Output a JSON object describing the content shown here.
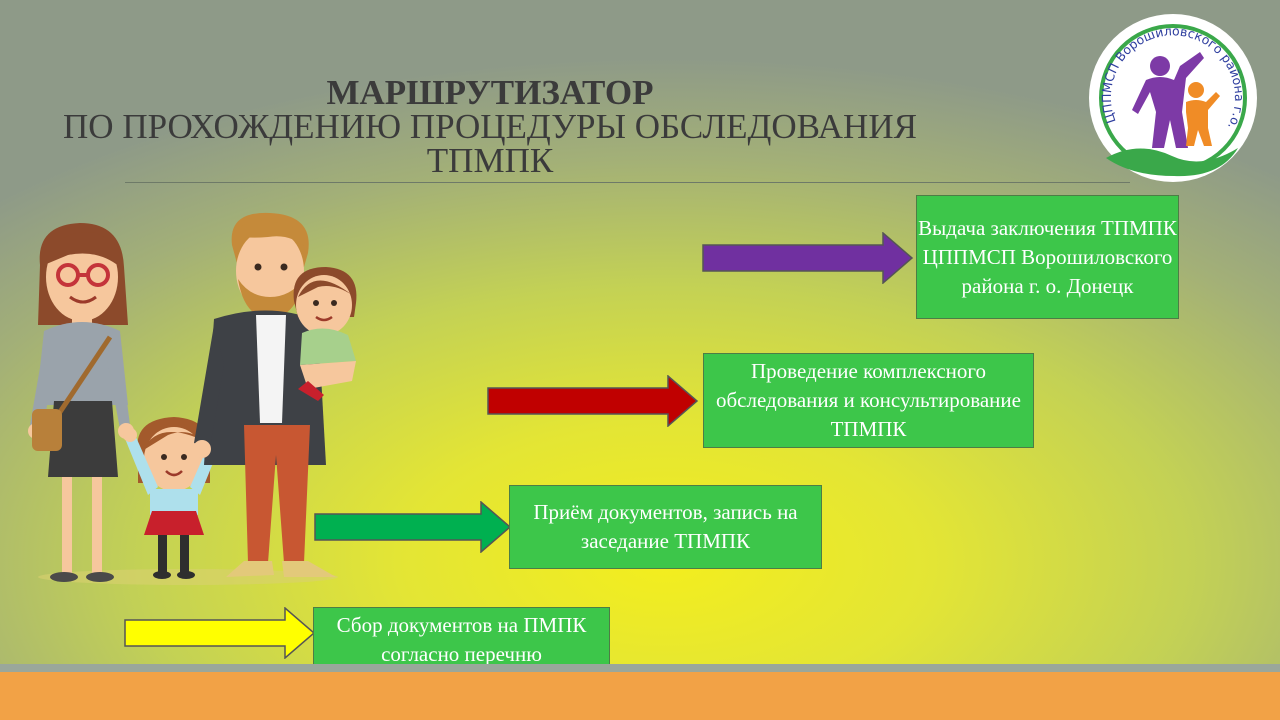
{
  "title": {
    "line1": "МАРШРУТИЗАТОР",
    "line2": "ПО ПРОХОЖДЕНИЮ ПРОЦЕДУРЫ ОБСЛЕДОВАНИЯ",
    "line3": "ТПМПК"
  },
  "logo": {
    "text": "ЦППМСП Ворошиловского района г.о.Донецк"
  },
  "steps": [
    {
      "text": "Выдача заключения ТПМПК ЦППМСП Ворошиловского района г. о. Донецк",
      "arrow_color": "#7030a0"
    },
    {
      "text": "Проведение комплексного обследования и консультирование ТПМПК",
      "arrow_color": "#c00000"
    },
    {
      "text": "Приём документов, запись на заседание ТПМПК",
      "arrow_color": "#00b050"
    },
    {
      "text": "Сбор документов на ПМПК согласно перечню",
      "arrow_color": "#ffff00"
    }
  ]
}
